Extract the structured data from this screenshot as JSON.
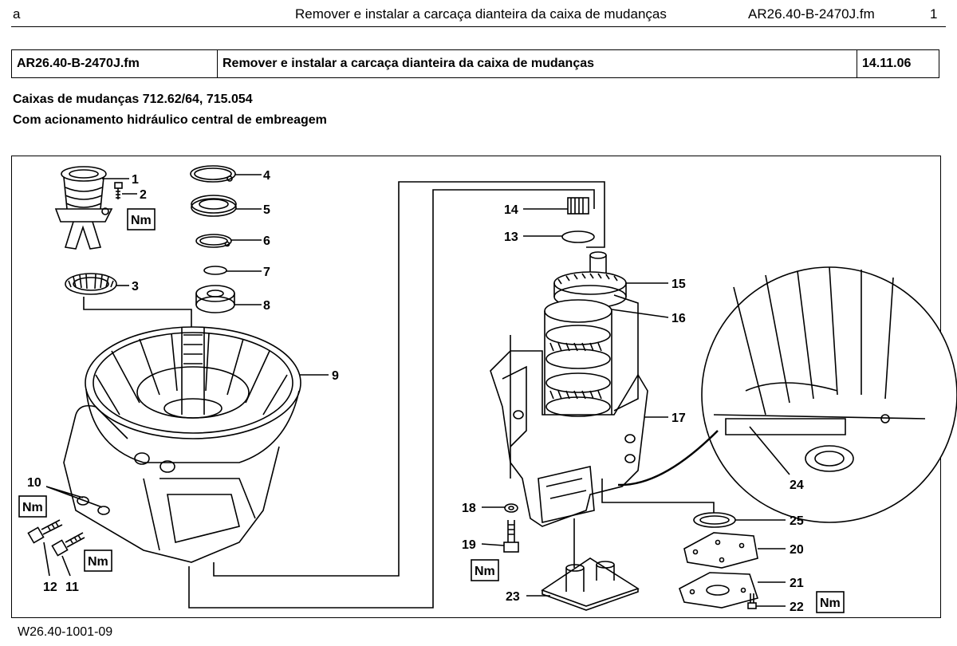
{
  "header": {
    "left": "a",
    "title": "Remover e instalar a carcaça dianteira da caixa de mudanças",
    "file": "AR26.40-B-2470J.fm",
    "page": "1"
  },
  "meta_table": {
    "file": "AR26.40-B-2470J.fm",
    "title": "Remover e instalar a carcaça dianteira da caixa de mudanças",
    "date": "14.11.06"
  },
  "subtitles": {
    "line1": "Caixas de mudanças 712.62/64, 715.054",
    "line2": "Com acionamento hidráulico central de embreagem"
  },
  "callouts": {
    "c1": "1",
    "c2": "2",
    "c3": "3",
    "c4": "4",
    "c5": "5",
    "c6": "6",
    "c7": "7",
    "c8": "8",
    "c9": "9",
    "c10": "10",
    "c11": "11",
    "c12": "12",
    "c13": "13",
    "c14": "14",
    "c15": "15",
    "c16": "16",
    "c17": "17",
    "c18": "18",
    "c19": "19",
    "c20": "20",
    "c21": "21",
    "c22": "22",
    "c23": "23",
    "c24": "24",
    "c25": "25"
  },
  "torque_label": "Nm",
  "footer": {
    "figure_id": "W26.40-1001-09"
  }
}
